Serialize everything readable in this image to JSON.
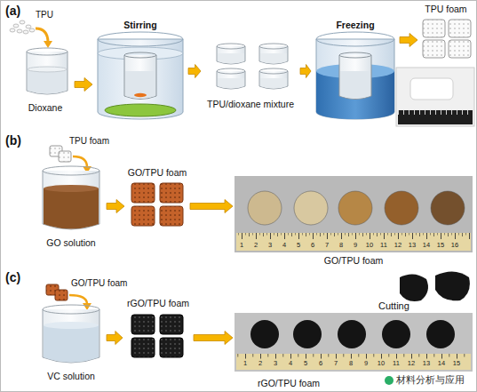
{
  "diagram": {
    "nodes": [
      {
        "text": [
          "Dioxane"
        ]
      },
      {
        "text": [
          "Stirring"
        ]
      },
      {
        "text": [
          "TPU/dioxane mixture"
        ]
      },
      {
        "text": [
          "Freezing"
        ]
      },
      {
        "text": [
          "TPU foam"
        ]
      },
      {
        "text": [
          "GO solution"
        ]
      },
      {
        "text": [
          "GO/TPU foam"
        ]
      },
      {
        "text": [
          "GO/TPU foam"
        ]
      },
      {
        "text": [
          "VC solution"
        ]
      },
      {
        "text": [
          "rGO/TPU foam"
        ]
      },
      {
        "text": [
          "rGO/TPU foam"
        ]
      }
    ],
    "edges": [
      {
        "from": 0,
        "to": 1,
        "arrow": "to"
      },
      {
        "from": 1,
        "to": 2,
        "arrow": "to"
      },
      {
        "from": 2,
        "to": 3,
        "arrow": "to"
      },
      {
        "from": 3,
        "to": 4,
        "arrow": "to"
      },
      {
        "from": 5,
        "to": 6,
        "arrow": "to"
      },
      {
        "from": 6,
        "to": 7,
        "arrow": "to"
      },
      {
        "from": 8,
        "to": 9,
        "arrow": "to"
      },
      {
        "from": 9,
        "to": 10,
        "arrow": "to"
      }
    ],
    "labels": [
      "(a)",
      "TPU",
      "(b)",
      "TPU foam",
      "1",
      "2",
      "3",
      "4",
      "5",
      "6",
      "7",
      "8",
      "9",
      "10",
      "11",
      "12",
      "13",
      "14",
      "15",
      "16",
      "(c)",
      "GO/TPU foam",
      "Cutting",
      "1",
      "2",
      "3",
      "4",
      "5",
      "6",
      "7",
      "8",
      "9",
      "10",
      "11",
      "12",
      "13",
      "14",
      "15",
      "材料分析与应用"
    ]
  }
}
